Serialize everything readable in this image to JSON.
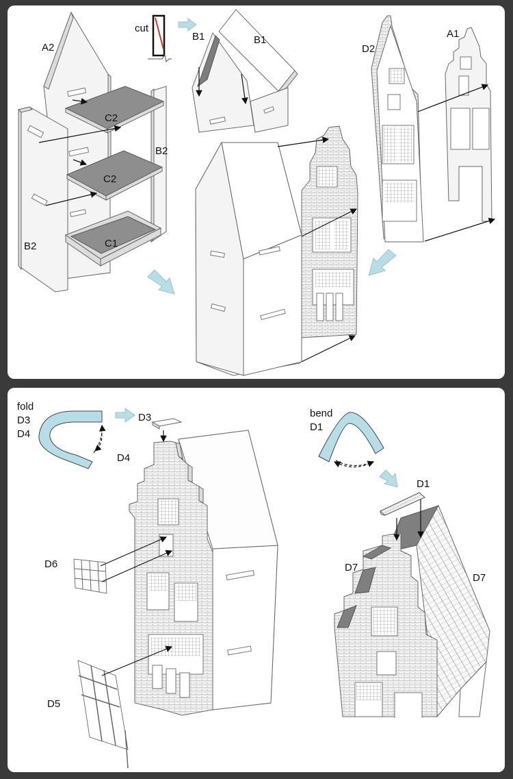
{
  "panel_top": {
    "labels": {
      "A2": "A2",
      "cut": "cut",
      "B1_left": "B1",
      "B1_right": "B1",
      "D2": "D2",
      "A1": "A1",
      "C2_top": "C2",
      "C2_mid": "C2",
      "B2_right": "B2",
      "C1": "C1",
      "B2_left": "B2"
    }
  },
  "panel_bottom": {
    "labels": {
      "fold": "fold",
      "D3_a": "D3",
      "D4_a": "D4",
      "D3_b": "D3",
      "D4_b": "D4",
      "bend": "bend",
      "D1_a": "D1",
      "D1_b": "D1",
      "D6": "D6",
      "D7_left": "D7",
      "D7_right": "D7",
      "D5": "D5"
    }
  },
  "colors": {
    "background": "#3a3a3a",
    "panel": "#ffffff",
    "floor_gray": "#8e8e8e",
    "hint_blue": "#b7dde6"
  }
}
